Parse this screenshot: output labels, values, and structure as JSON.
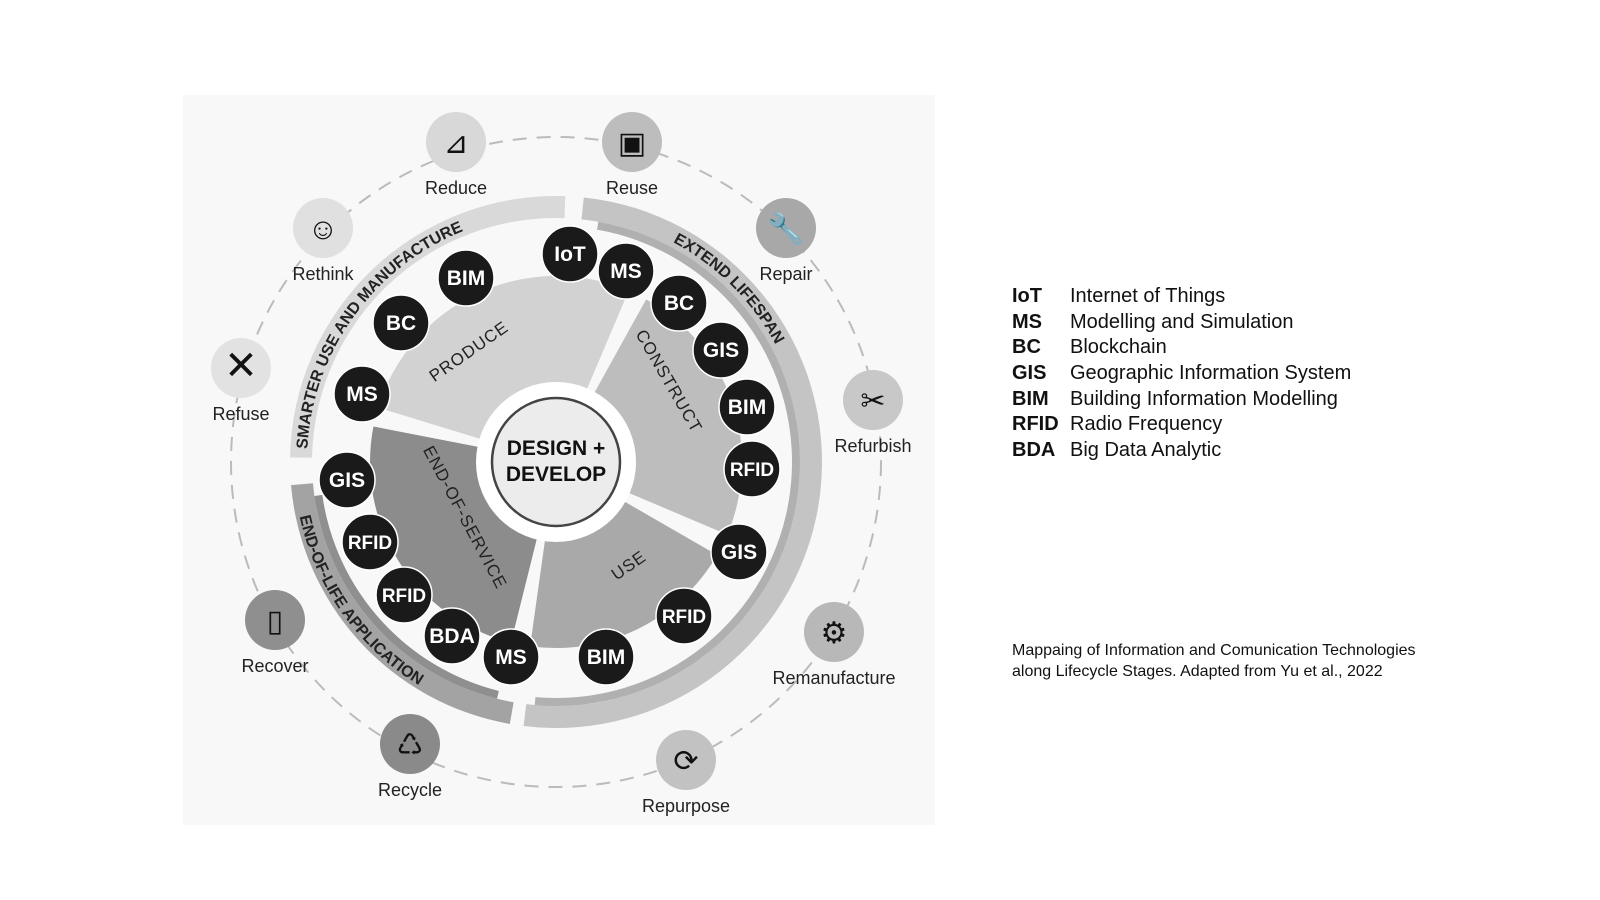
{
  "center": {
    "line1": "DESIGN +",
    "line2": "DEVELOP"
  },
  "stages": [
    {
      "label": "PRODUCE",
      "color": "#d2d2d2"
    },
    {
      "label": "CONSTRUCT",
      "color": "#bdbdbd"
    },
    {
      "label": "USE",
      "color": "#a9a9a9"
    },
    {
      "label": "END-OF-SERVICE",
      "color": "#8c8c8c"
    }
  ],
  "bands": [
    {
      "label": "SMARTER USE AND MANUFACTURE",
      "color": "#d9d9d9"
    },
    {
      "label": "EXTEND LIFESPAN",
      "color": "#c4c4c4"
    },
    {
      "label": "END-OF-LIFE APPLICATION",
      "color": "#a3a3a3"
    }
  ],
  "badges": [
    "IoT",
    "MS",
    "BC",
    "GIS",
    "BIM",
    "RFID",
    "GIS",
    "RFID",
    "BIM",
    "MS",
    "BDA",
    "RFID",
    "RFID",
    "GIS",
    "MS",
    "BC",
    "BIM"
  ],
  "strategies": [
    {
      "label": "Reduce",
      "icon": "declining-chart-icon"
    },
    {
      "label": "Reuse",
      "icon": "window-cycle-icon"
    },
    {
      "label": "Repair",
      "icon": "wrench-hand-icon"
    },
    {
      "label": "Refurbish",
      "icon": "tools-icon"
    },
    {
      "label": "Remanufacture",
      "icon": "gear-icon"
    },
    {
      "label": "Repurpose",
      "icon": "cycle-arrows-icon"
    },
    {
      "label": "Recycle",
      "icon": "recycle-icon"
    },
    {
      "label": "Recover",
      "icon": "container-icon"
    },
    {
      "label": "Refuse",
      "icon": "x-icon"
    },
    {
      "label": "Rethink",
      "icon": "head-icon"
    }
  ],
  "legend": [
    {
      "abbr": "IoT",
      "full": "Internet of Things"
    },
    {
      "abbr": "MS",
      "full": "Modelling and Simulation"
    },
    {
      "abbr": "BC",
      "full": "Blockchain"
    },
    {
      "abbr": "GIS",
      "full": "Geographic Information System"
    },
    {
      "abbr": "BIM",
      "full": "Building Information Modelling"
    },
    {
      "abbr": "RFID",
      "full": "Radio Frequency"
    },
    {
      "abbr": "BDA",
      "full": "Big Data Analytic"
    }
  ],
  "caption": {
    "line1": "Mappaing of Information and Comunication Technologies",
    "line2": "along Lifecycle Stages. Adapted from Yu et al., 2022"
  }
}
